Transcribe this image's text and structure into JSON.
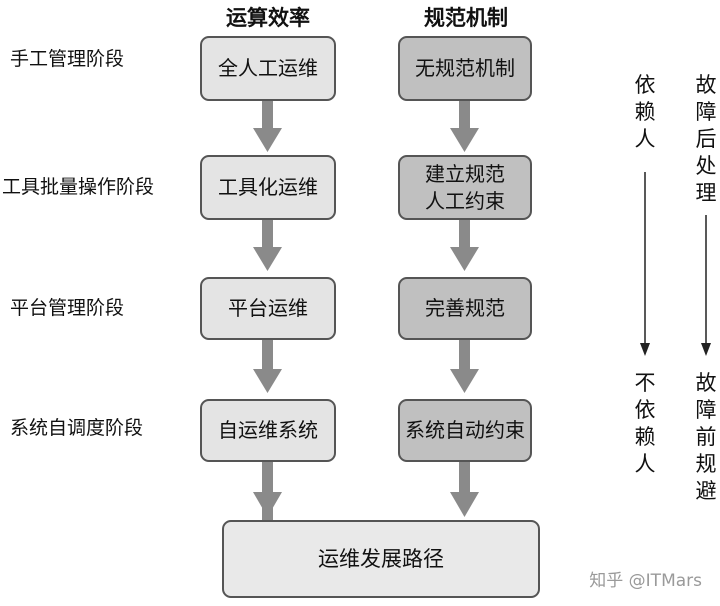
{
  "columns": {
    "efficiency_header": "运算效率",
    "norm_header": "规范机制"
  },
  "stages": [
    {
      "label": "手工管理阶段",
      "efficiency": "全人工运维",
      "norm": "无规范机制"
    },
    {
      "label": "工具批量操作阶段",
      "efficiency": "工具化运维",
      "norm": "建立规范\n人工约束"
    },
    {
      "label": "平台管理阶段",
      "efficiency": "平台运维",
      "norm": "完善规范"
    },
    {
      "label": "系统自调度阶段",
      "efficiency": "自运维系统",
      "norm": "系统自动约束"
    }
  ],
  "final": "运维发展路径",
  "side": {
    "dependency_top": "依赖人",
    "dependency_bottom": "不依赖人",
    "fault_top": "故障后处理",
    "fault_bottom": "故障前规避"
  },
  "watermark": "知乎 @ITMars",
  "colors": {
    "light_box": "#e4e4e4",
    "dark_box": "#c0c0c0",
    "arrow": "#8a8a8a",
    "border": "#555555"
  }
}
